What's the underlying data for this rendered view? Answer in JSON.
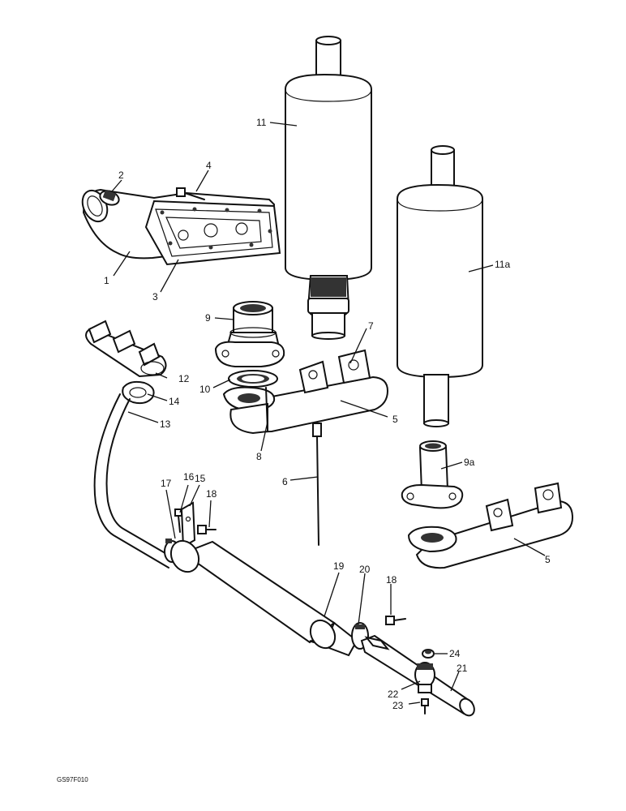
{
  "callouts": {
    "c1": "1",
    "c2": "2",
    "c3": "3",
    "c4": "4",
    "c5a": "5",
    "c5b": "5",
    "c6": "6",
    "c7": "7",
    "c8": "8",
    "c9": "9",
    "c9a": "9a",
    "c10": "10",
    "c11": "11",
    "c11a": "11a",
    "c12": "12",
    "c13": "13",
    "c14": "14",
    "c15": "15",
    "c16": "16",
    "c17": "17",
    "c18a": "18",
    "c18b": "18",
    "c19": "19",
    "c20": "20",
    "c21": "21",
    "c22": "22",
    "c23": "23",
    "c24": "24"
  },
  "figure_code": "GS97F010"
}
